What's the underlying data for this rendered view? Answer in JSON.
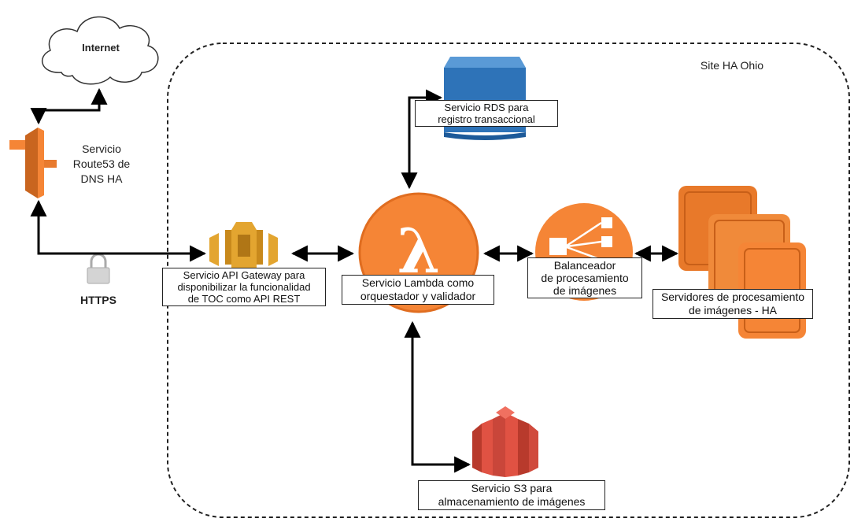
{
  "site_label": "Site HA Ohio",
  "internet": {
    "label": "Internet"
  },
  "route53": {
    "label": "Servicio\nRoute53 de\nDNS HA"
  },
  "https": {
    "label": "HTTPS"
  },
  "api_gateway": {
    "label": "Servicio API Gateway para\ndisponibilizar la funcionalidad\nde TOC como API REST"
  },
  "lambda": {
    "label": "Servicio Lambda como\norquestador y validador",
    "symbol": "λ"
  },
  "rds": {
    "label": "Servicio RDS para\nregistro transaccional"
  },
  "balancer": {
    "label": "Balanceador\nde procesamiento\nde imágenes"
  },
  "servers": {
    "label": "Servidores de procesamiento\nde imágenes - HA"
  },
  "s3": {
    "label": "Servicio S3 para\nalmacenamiento de imágenes"
  },
  "colors": {
    "aws_orange": "#f58536",
    "gateway_gold": "#e3a530",
    "rds_blue": "#2e73b8",
    "s3_red": "#e05243",
    "line": "#000000"
  }
}
